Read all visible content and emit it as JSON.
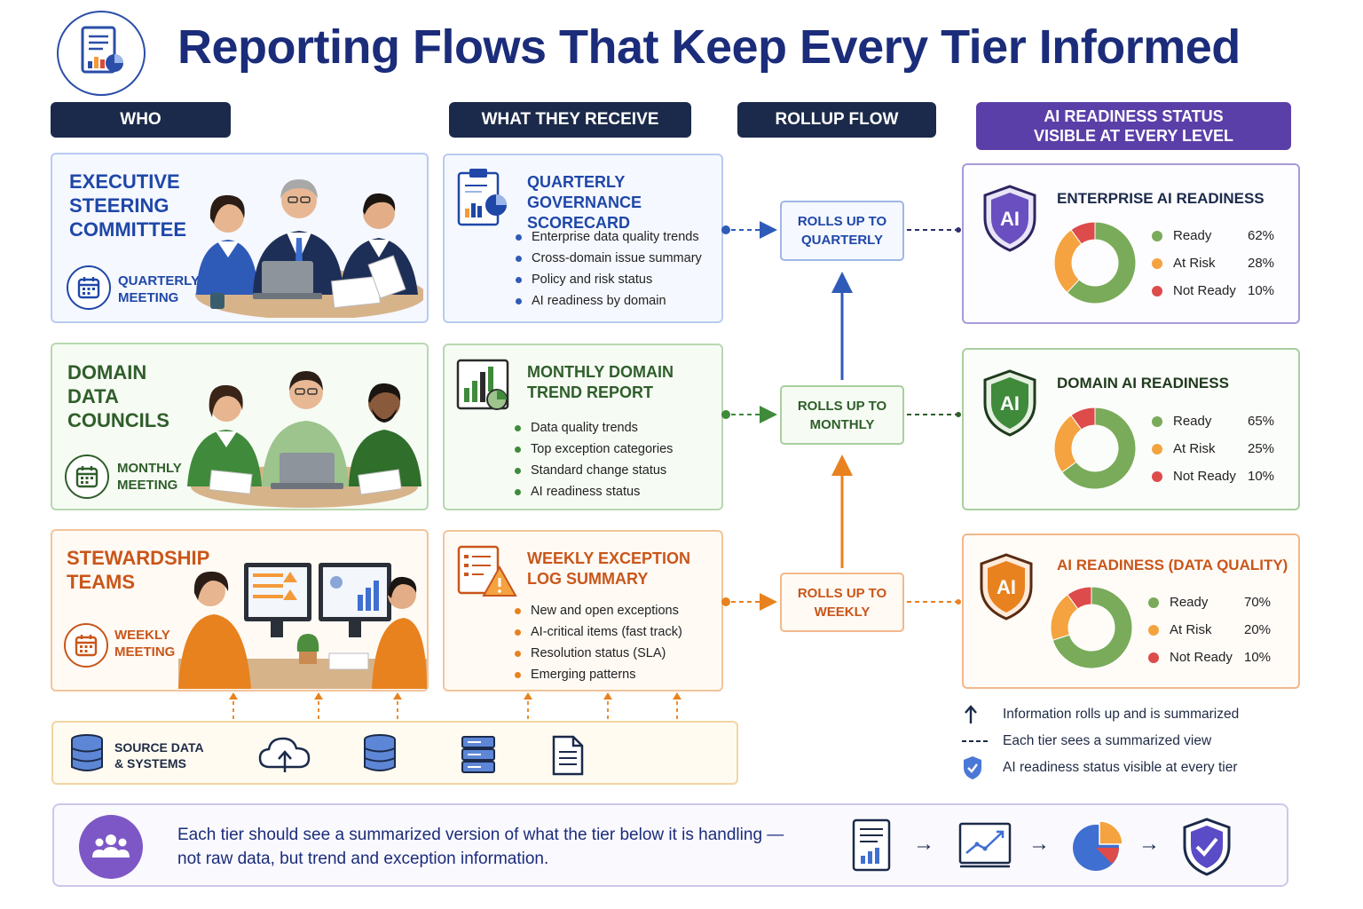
{
  "title": "Reporting Flows That Keep Every Tier Informed",
  "columns": {
    "who": "WHO",
    "receive": "WHAT THEY RECEIVE",
    "rollup": "ROLLUP FLOW",
    "ai_line1": "AI READINESS STATUS",
    "ai_line2": "VISIBLE AT EVERY LEVEL"
  },
  "tiers": [
    {
      "name_lines": [
        "EXECUTIVE",
        "STEERING",
        "COMMITTEE"
      ],
      "meeting_lines": [
        "QUARTERLY",
        "MEETING"
      ],
      "receive_title_lines": [
        "QUARTERLY GOVERNANCE",
        "SCORECARD"
      ],
      "bullets": [
        "Enterprise data quality trends",
        "Cross-domain issue summary",
        "Policy and risk status",
        "AI readiness by domain"
      ],
      "rollup_lines": [
        "ROLLS UP TO",
        "QUARTERLY"
      ],
      "ai_title": "ENTERPRISE AI READINESS",
      "ai_badge": "AI",
      "readiness": [
        {
          "label": "Ready",
          "value": "62%"
        },
        {
          "label": "At Risk",
          "value": "28%"
        },
        {
          "label": "Not Ready",
          "value": "10%"
        }
      ]
    },
    {
      "name_lines": [
        "DOMAIN",
        "DATA",
        "COUNCILS"
      ],
      "meeting_lines": [
        "MONTHLY",
        "MEETING"
      ],
      "receive_title_lines": [
        "MONTHLY DOMAIN",
        "TREND REPORT"
      ],
      "bullets": [
        "Data quality trends",
        "Top exception categories",
        "Standard change status",
        "AI readiness status"
      ],
      "rollup_lines": [
        "ROLLS UP TO",
        "MONTHLY"
      ],
      "ai_title": "DOMAIN AI READINESS",
      "ai_badge": "AI",
      "readiness": [
        {
          "label": "Ready",
          "value": "65%"
        },
        {
          "label": "At Risk",
          "value": "25%"
        },
        {
          "label": "Not Ready",
          "value": "10%"
        }
      ]
    },
    {
      "name_lines": [
        "STEWARDSHIP",
        "TEAMS"
      ],
      "meeting_lines": [
        "WEEKLY",
        "MEETING"
      ],
      "receive_title_lines": [
        "WEEKLY EXCEPTION",
        "LOG SUMMARY"
      ],
      "bullets": [
        "New and open exceptions",
        "AI-critical items (fast track)",
        "Resolution status (SLA)",
        "Emerging patterns"
      ],
      "rollup_lines": [
        "ROLLS UP TO",
        "WEEKLY"
      ],
      "ai_title": "AI READINESS (DATA QUALITY)",
      "ai_badge": "AI",
      "readiness": [
        {
          "label": "Ready",
          "value": "70%"
        },
        {
          "label": "At Risk",
          "value": "20%"
        },
        {
          "label": "Not Ready",
          "value": "10%"
        }
      ]
    }
  ],
  "readiness_fractions": [
    [
      0.62,
      0.28,
      0.1
    ],
    [
      0.65,
      0.25,
      0.1
    ],
    [
      0.7,
      0.2,
      0.1
    ]
  ],
  "colors": {
    "ready": "#7aab5a",
    "at_risk": "#f4a340",
    "not_ready": "#dd4b4b",
    "executive": "#1f47a8",
    "domain": "#2f5e2a",
    "stewardship": "#c9561a",
    "ai_header": "#5b3fa8"
  },
  "source": {
    "label_lines": [
      "SOURCE DATA",
      "& SYSTEMS"
    ],
    "icons": [
      "database-icon",
      "cloud-upload-icon",
      "database-icon",
      "server-icon",
      "document-icon"
    ]
  },
  "key": [
    "Information rolls up and is summarized",
    "Each tier sees a summarized view",
    "AI readiness status visible at every tier"
  ],
  "bottom": {
    "line1": "Each tier should see a summarized version of what the tier below it is handling —",
    "line2": "not raw data, but trend and exception information.",
    "flow_icons": [
      "report-icon",
      "trend-chart-icon",
      "pie-chart-icon",
      "shield-check-icon"
    ]
  }
}
